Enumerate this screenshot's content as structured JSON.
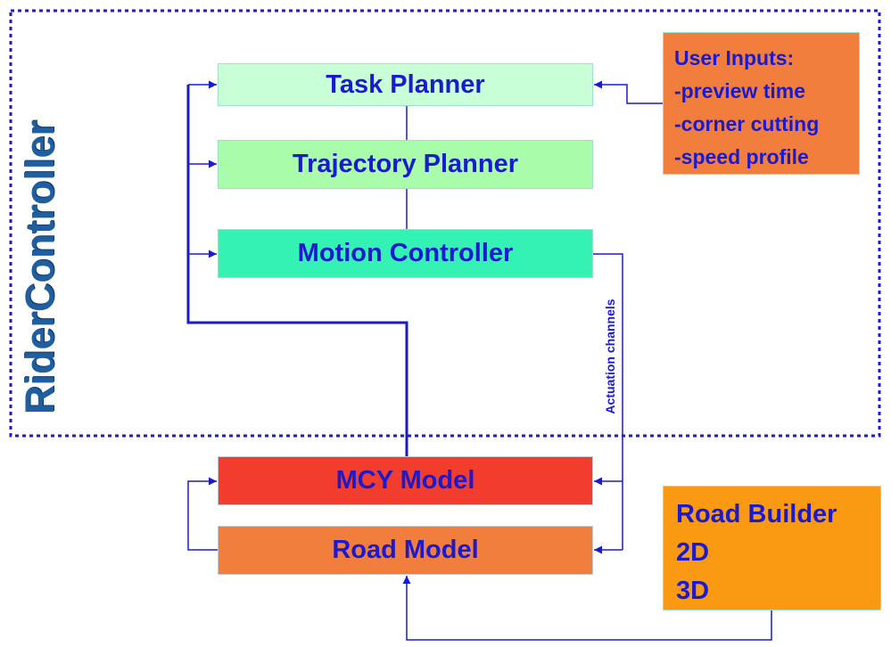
{
  "controller": {
    "title": "RiderController"
  },
  "blocks": {
    "task_planner": "Task Planner",
    "trajectory_planner": "Trajectory Planner",
    "motion_controller": "Motion Controller",
    "mcy_model": "MCY Model",
    "road_model": "Road Model"
  },
  "user_inputs": {
    "heading": "User Inputs:",
    "items": [
      "-preview time",
      "-corner cutting",
      "-speed profile"
    ]
  },
  "road_builder": {
    "lines": [
      "Road Builder",
      "2D",
      "3D"
    ]
  },
  "connections": {
    "actuation_label": "Actuation channels"
  },
  "colors": {
    "text": "#1a1ad0",
    "line": "#1a1ad0",
    "task_planner": "#c8ffd6",
    "trajectory_planner": "#a8fcaa",
    "motion_controller": "#33f2b4",
    "mcy_model": "#f23c2e",
    "road_model": "#f27e3e",
    "user_inputs": "#f27e3e",
    "road_builder": "#f99a12"
  }
}
